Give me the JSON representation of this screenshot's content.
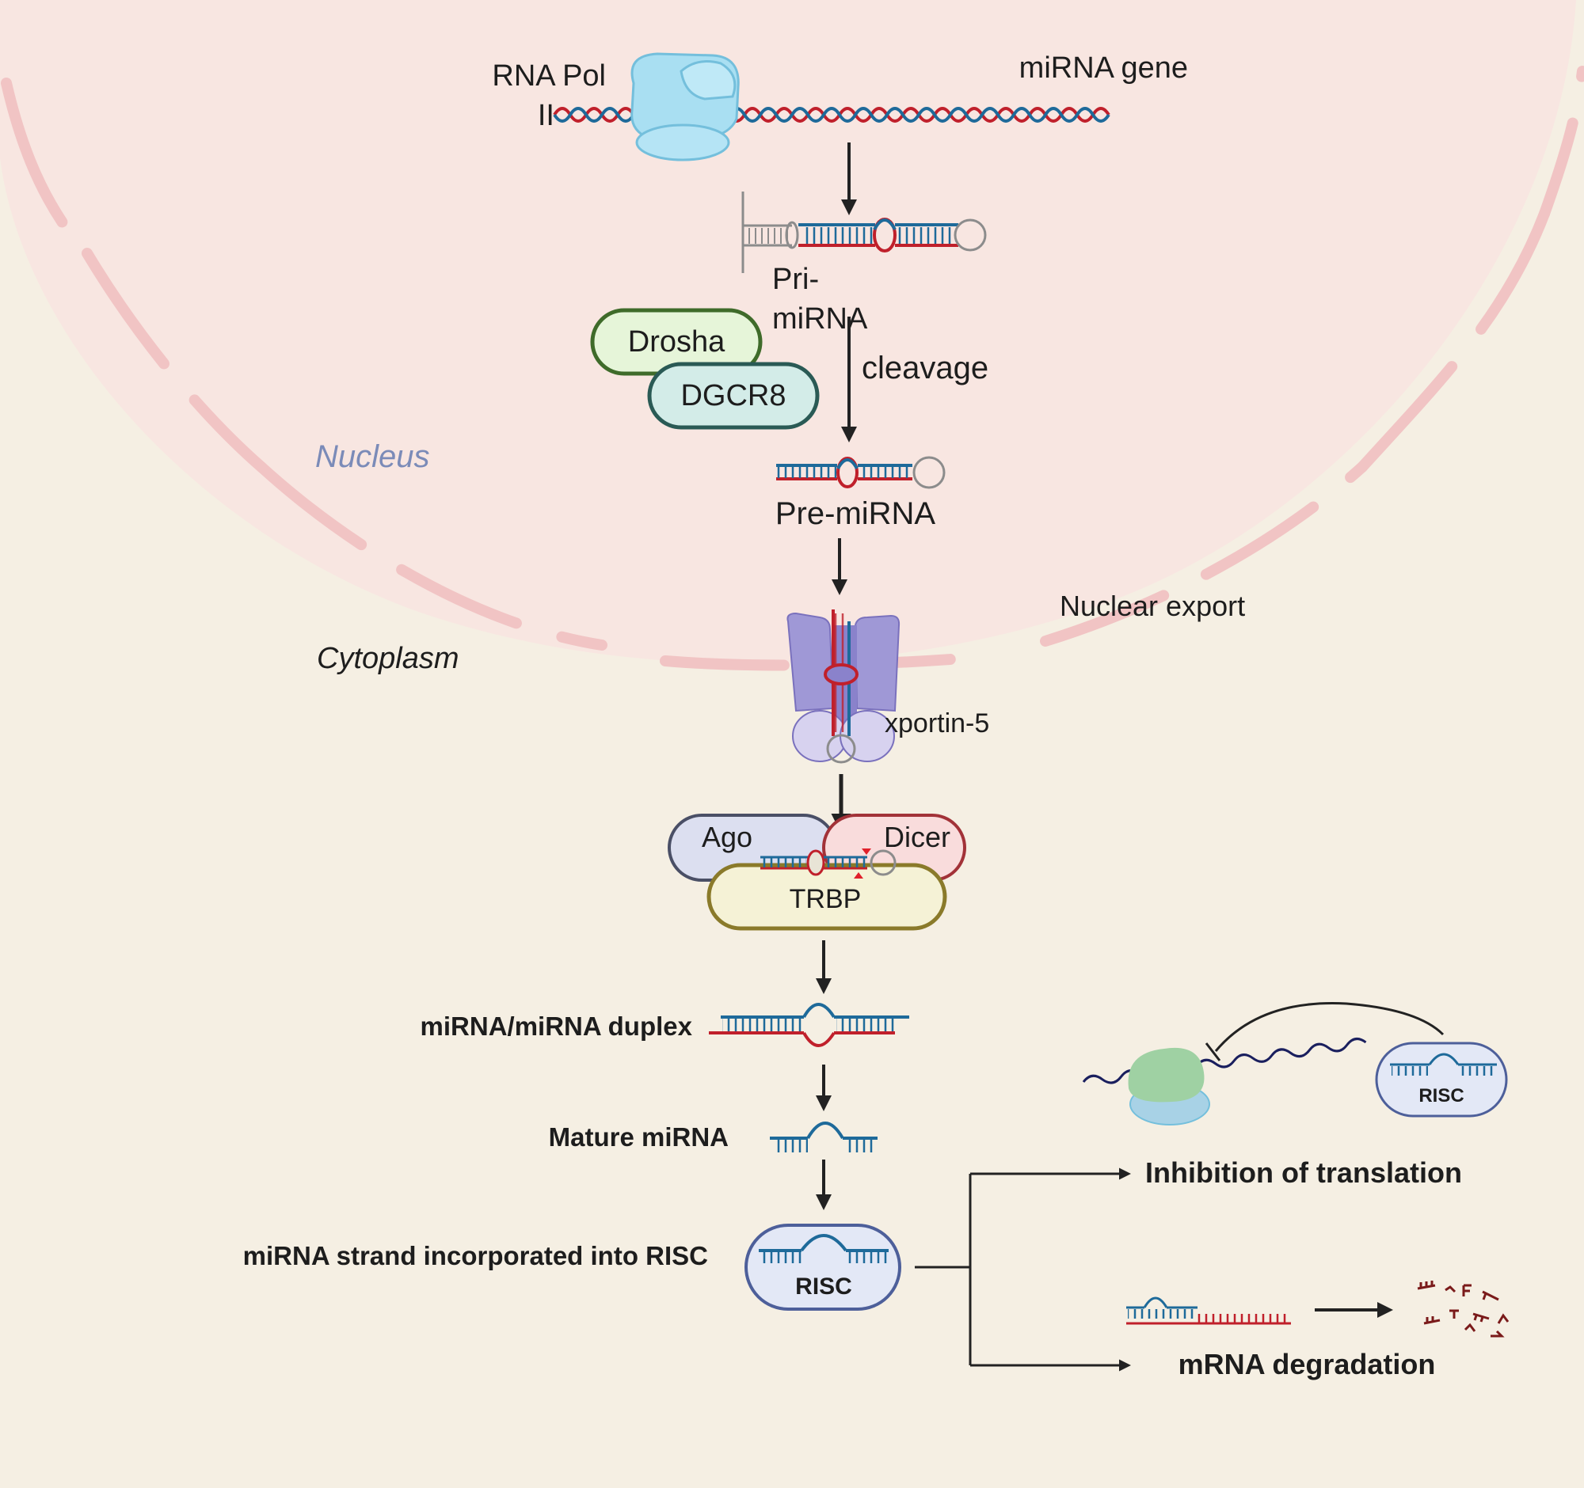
{
  "colors": {
    "background": "#f5efe3",
    "nucleus_fill": "#f8e6e1",
    "nuclear_envelope": "#f1c4c4",
    "strand_red": "#c0202b",
    "strand_blue": "#1e6a9a",
    "loop_gray": "#8c8c8c",
    "arrow": "#222222",
    "drosha_fill": "#e6f5d9",
    "drosha_stroke": "#3f6b2a",
    "dgcr8_fill": "#d3ece8",
    "dgcr8_stroke": "#2a5a55",
    "ago_fill": "#dcdff0",
    "ago_stroke": "#4a4f66",
    "dicer_fill": "#f9dcdc",
    "dicer_stroke": "#a23238",
    "trbp_fill": "#f5f2d6",
    "trbp_stroke": "#8a7a2a",
    "risc_fill": "#e3e8f6",
    "risc_stroke": "#4d5f9a",
    "exportin": "#9f98d6",
    "polymerase": "#a9dff2",
    "ribosome_top": "#9fd1a3",
    "ribosome_bottom": "#a8d2e6",
    "mrna": "#1a1f5e",
    "degradation": "#7a1a1a",
    "compartment_label": "#7b8bb8"
  },
  "labels": {
    "rna_pol_line1": "RNA Pol",
    "rna_pol_line2": "II",
    "mirna_gene": "miRNA gene",
    "pri_line1": "Pri-",
    "pri_line2": "miRNA",
    "cleavage": "cleavage",
    "drosha": "Drosha",
    "dgcr8": "DGCR8",
    "nucleus": "Nucleus",
    "pre_mirna": "Pre-miRNA",
    "nuclear_export": "Nuclear export",
    "cytoplasm": "Cytoplasm",
    "exportin": "xportin-5",
    "ago": "Ago",
    "dicer": "Dicer",
    "trbp": "TRBP",
    "duplex": "miRNA/miRNA duplex",
    "mature": "Mature miRNA",
    "risc_step": "miRNA strand incorporated into RISC",
    "risc": "RISC",
    "risc_small": "RISC",
    "inhibition": "Inhibition of translation",
    "degradation": "mRNA degradation"
  }
}
